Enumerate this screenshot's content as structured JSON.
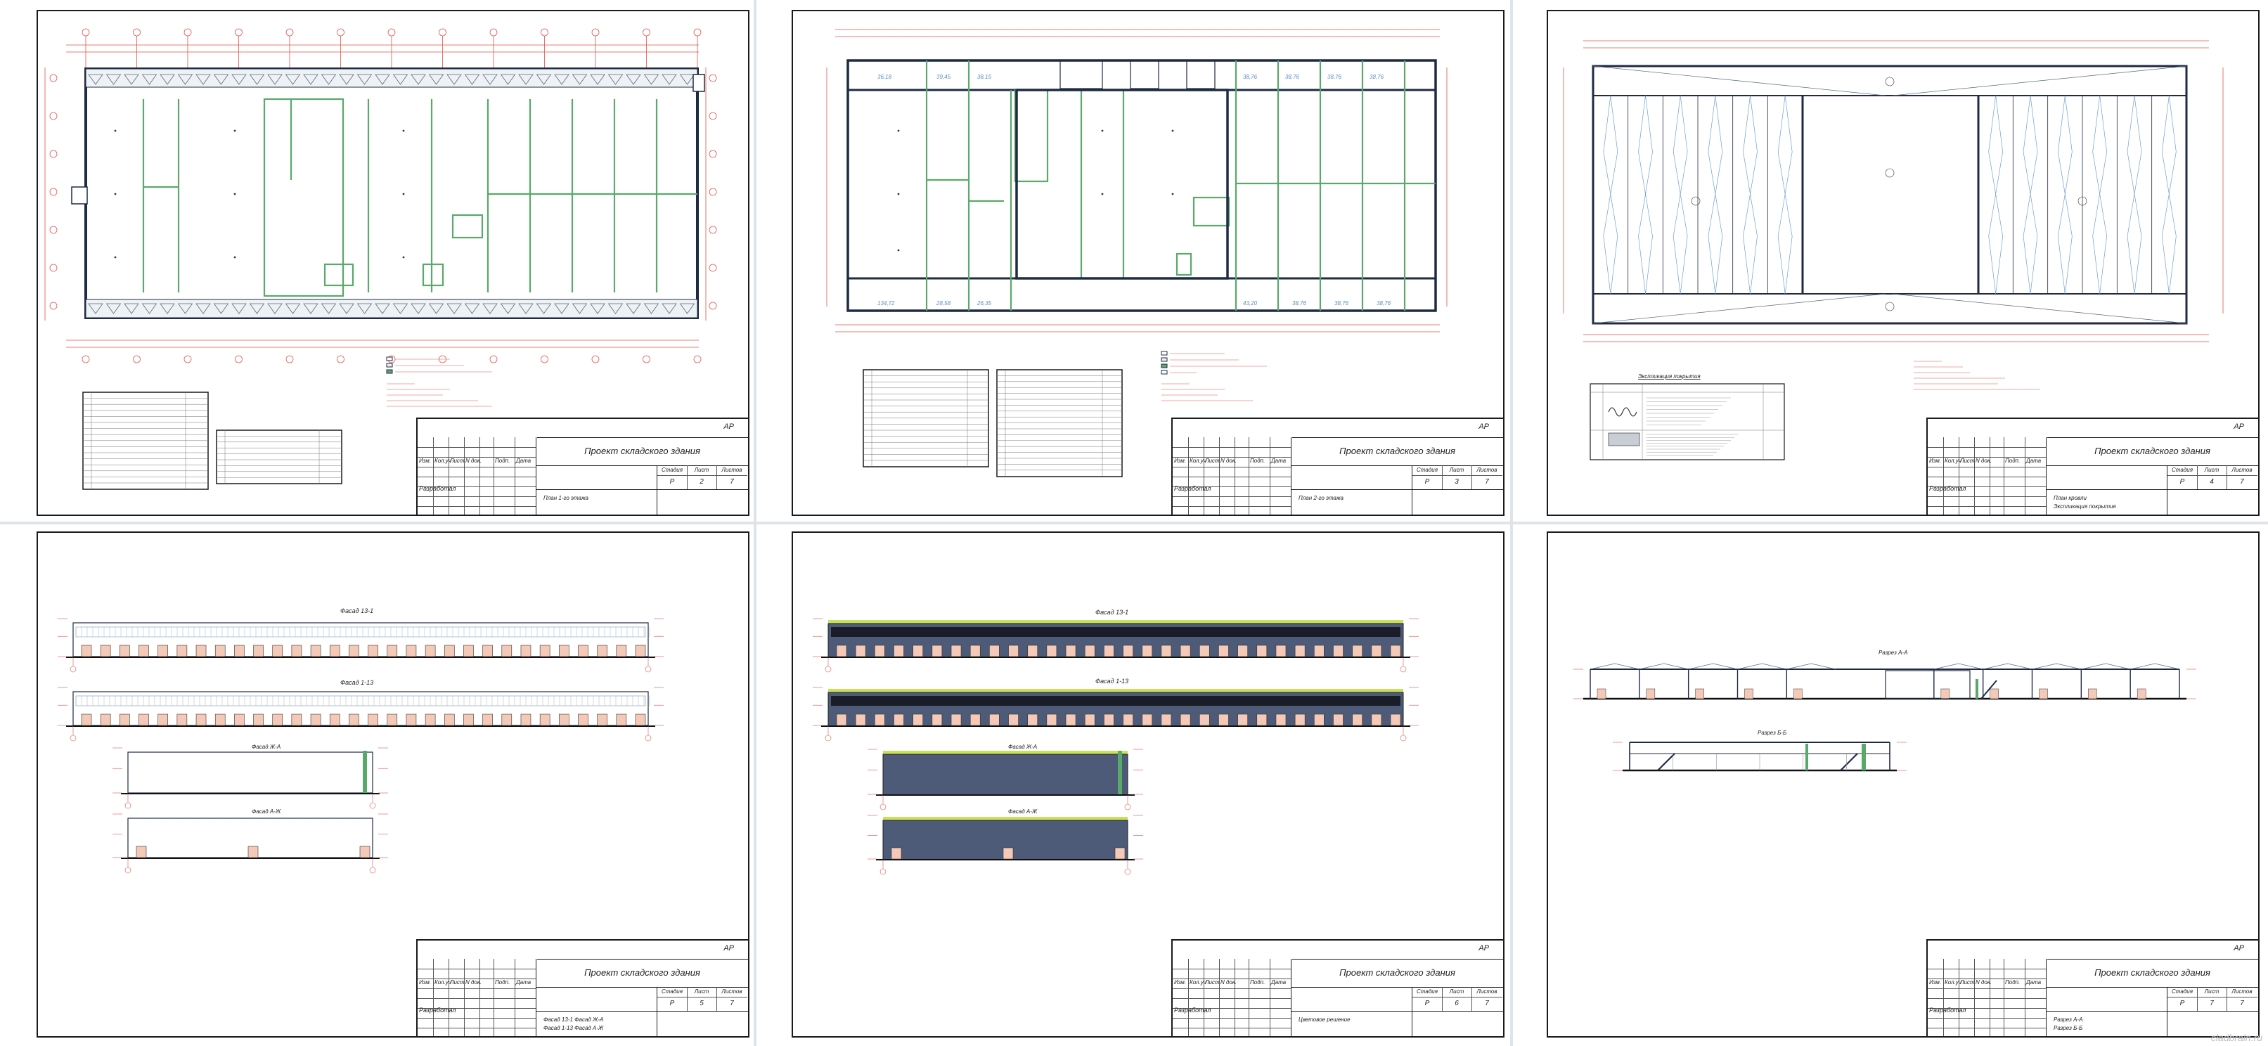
{
  "sheets": [
    {
      "code": "АР",
      "project": "Проект складского здания",
      "stage": "Р",
      "sheet": "2",
      "sheets": "7",
      "title_lines": [
        "План 1-го этажа"
      ]
    },
    {
      "code": "АР",
      "project": "Проект складского здания",
      "stage": "Р",
      "sheet": "3",
      "sheets": "7",
      "title_lines": [
        "План 2-го этажа"
      ]
    },
    {
      "code": "АР",
      "project": "Проект складского здания",
      "stage": "Р",
      "sheet": "4",
      "sheets": "7",
      "title_lines": [
        "План кровли",
        "Экспликация покрытия"
      ]
    },
    {
      "code": "АР",
      "project": "Проект складского здания",
      "stage": "Р",
      "sheet": "5",
      "sheets": "7",
      "title_lines": [
        "Фасад 13-1   Фасад Ж-А",
        "Фасад 1-13   Фасад А-Ж"
      ]
    },
    {
      "code": "АР",
      "project": "Проект складского здания",
      "stage": "Р",
      "sheet": "6",
      "sheets": "7",
      "title_lines": [
        "Цветовое решение"
      ]
    },
    {
      "code": "АР",
      "project": "Проект складского здания",
      "stage": "Р",
      "sheet": "7",
      "sheets": "7",
      "title_lines": [
        "Разрез А-А",
        "Разрез Б-Б"
      ]
    }
  ],
  "stamp_headers": {
    "izm": "Изм.",
    "kol": "Кол.уч",
    "list": "Лист",
    "ndok": "N док.",
    "podp": "Подп.",
    "data": "Дата",
    "developed": "Разработал",
    "stage_h": "Стадия",
    "sheet_h": "Лист",
    "sheets_h": "Листов"
  },
  "captions": {
    "facade_13_1": "Фасад 13-1",
    "facade_1_13": "Фасад 1-13",
    "facade_zh_a": "Фасад Ж-А",
    "facade_a_zh": "Фасад А-Ж",
    "roof_expl": "Экспликация покрытия",
    "section_aa": "Разрез А-А",
    "section_bb": "Разрез Б-Б"
  },
  "watermark": "cladbrain.ru",
  "colors": {
    "axis": "#e0524a",
    "wall": "#1f2a44",
    "partition": "#5aa86a",
    "infill": "#f5c9b8",
    "cladding": "#4d5a78",
    "roof": "#c8e05a",
    "glass": "#9fb4cc"
  }
}
